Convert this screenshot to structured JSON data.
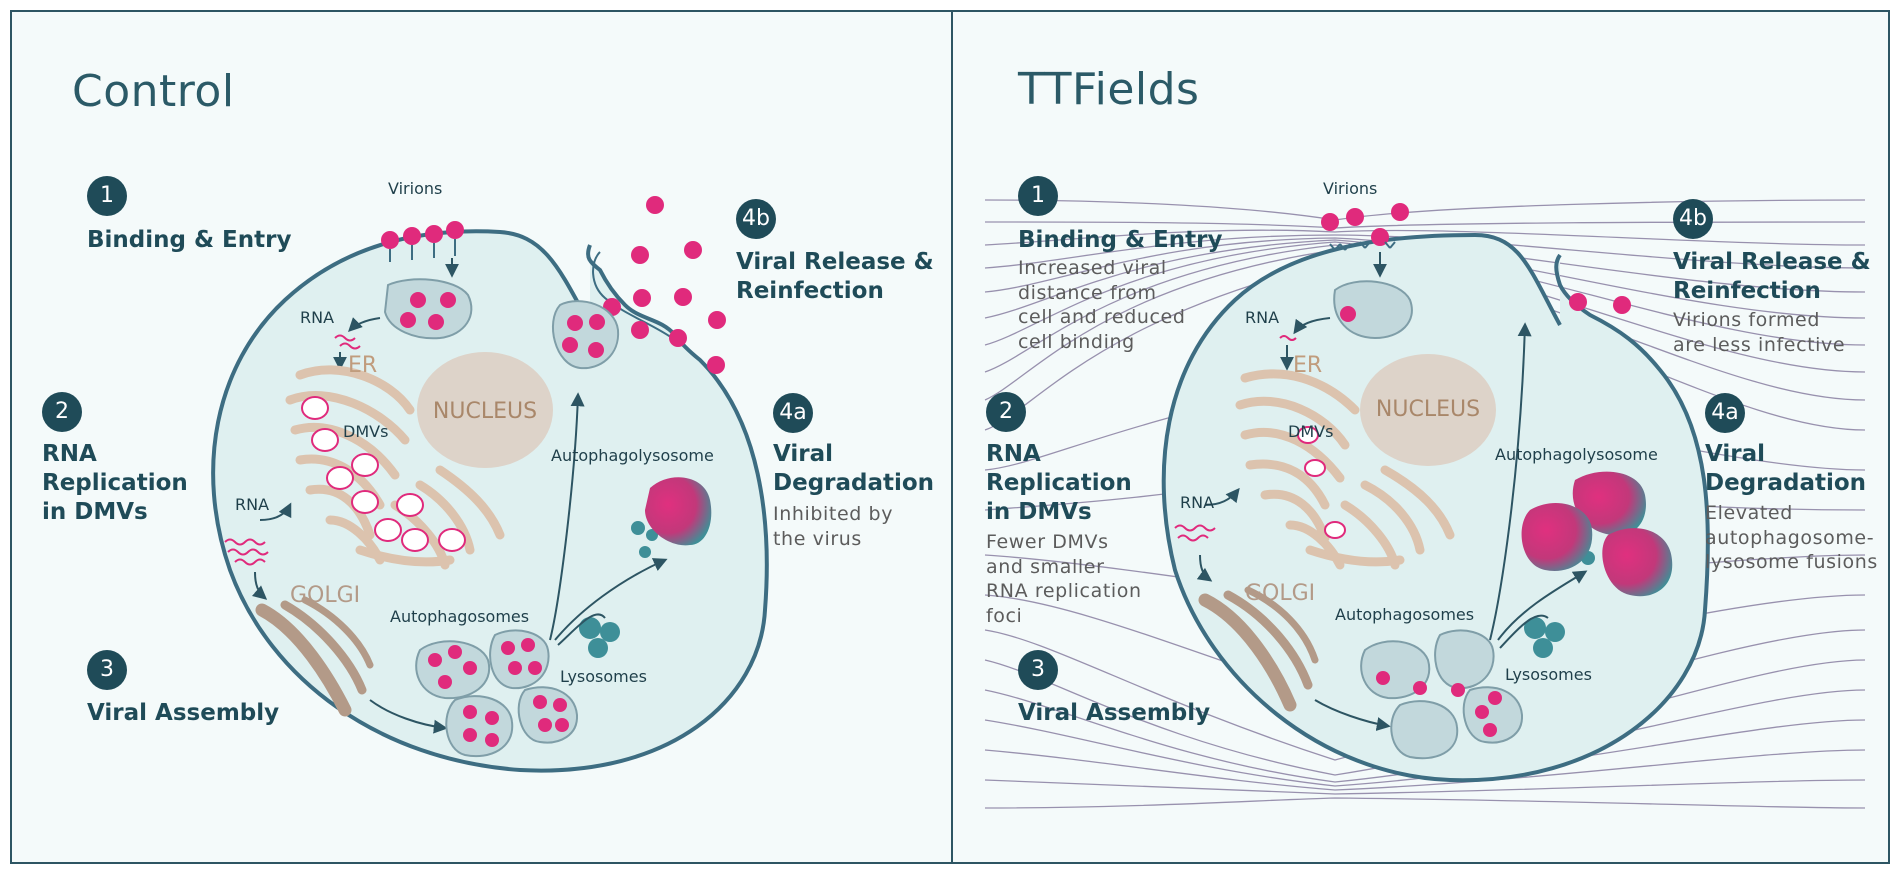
{
  "colors": {
    "navy": "#1f4b58",
    "frame": "#2d5563",
    "cell_fill": "#dff0f0",
    "cell_outline": "#3d6d82",
    "virion": "#e02a7c",
    "nucleus": "#ddd3c9",
    "er": "#dcc3ae",
    "golgi": "#b39a88",
    "lysosome": "#3e8f98",
    "field_line": "#8f86a6"
  },
  "control": {
    "title": "Control",
    "steps": [
      {
        "badge": "1",
        "label": "Binding & Entry"
      },
      {
        "badge": "2",
        "label": "RNA\nReplication\nin DMVs"
      },
      {
        "badge": "3",
        "label": "Viral Assembly"
      },
      {
        "badge": "4b",
        "label": "Viral Release &\nReinfection"
      },
      {
        "badge": "4a",
        "label": "Viral\nDegradation",
        "note": "Inhibited by\nthe virus"
      }
    ],
    "cell_labels": {
      "virions": "Virions",
      "rna_top": "RNA",
      "er": "ER",
      "nucleus": "NUCLEUS",
      "dmvs": "DMVs",
      "rna_mid": "RNA",
      "golgi": "GOLGI",
      "autophagolysosome": "Autophagolysosome",
      "autophagosomes": "Autophagosomes",
      "lysosomes": "Lysosomes"
    }
  },
  "ttfields": {
    "title": "TTFields",
    "steps": [
      {
        "badge": "1",
        "label": "Binding & Entry",
        "note": "Increased viral\ndistance from\ncell and reduced\ncell binding"
      },
      {
        "badge": "2",
        "label": "RNA\nReplication\nin DMVs",
        "note": "Fewer DMVs\nand smaller\nRNA replication\nfoci"
      },
      {
        "badge": "3",
        "label": "Viral Assembly"
      },
      {
        "badge": "4b",
        "label": "Viral Release &\nReinfection",
        "note": "Virions formed\nare less infective"
      },
      {
        "badge": "4a",
        "label": "Viral\nDegradation",
        "note": "Elevated\nautophagosome-\nlysosome fusions"
      }
    ],
    "cell_labels": {
      "virions": "Virions",
      "rna_top": "RNA",
      "er": "ER",
      "nucleus": "NUCLEUS",
      "dmvs": "DMVs",
      "rna_mid": "RNA",
      "golgi": "GOLGI",
      "autophagolysosome": "Autophagolysosome",
      "autophagosomes": "Autophagosomes",
      "lysosomes": "Lysosomes"
    }
  }
}
